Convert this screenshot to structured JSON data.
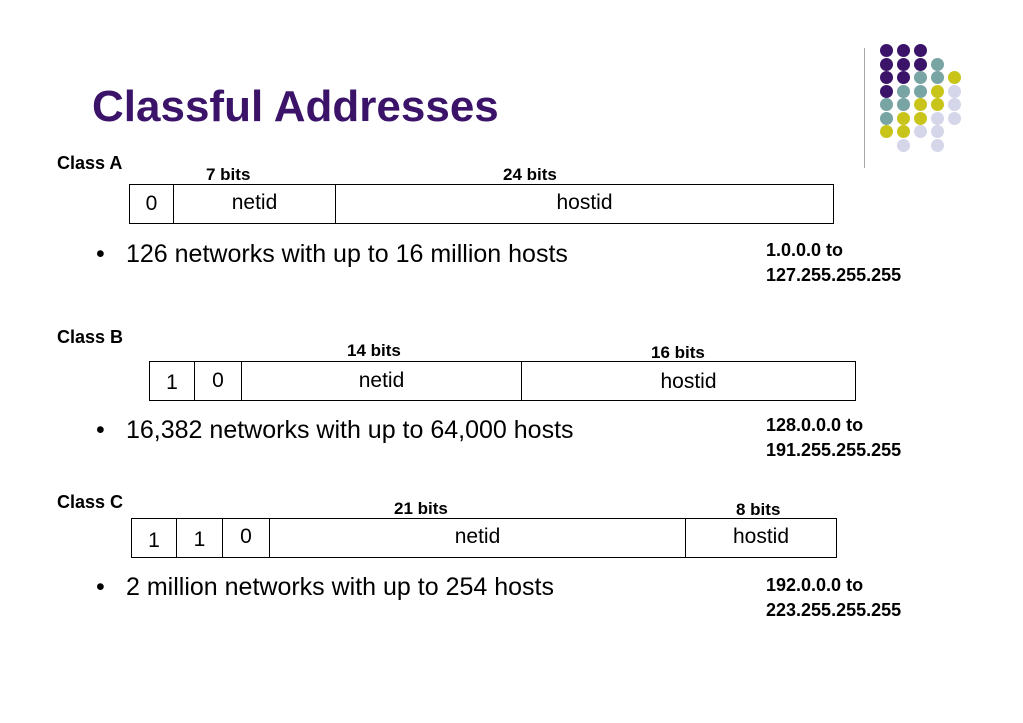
{
  "title": "Classful Addresses",
  "decoration": {
    "colors": {
      "purple": "#3b1469",
      "teal": "#78a4a4",
      "yellow": "#c9c41a",
      "lavender": "#d6d6ea"
    }
  },
  "classes": [
    {
      "label": "Class A",
      "bit_labels": [
        "7 bits",
        "24 bits"
      ],
      "cells": [
        "0",
        "netid",
        "hostid"
      ],
      "bullet": "126 networks with up to 16 million hosts",
      "range_start": "1.0.0.0 to",
      "range_end": "127.255.255.255"
    },
    {
      "label": "Class B",
      "bit_labels": [
        "14 bits",
        "16 bits"
      ],
      "cells": [
        "1",
        "0",
        "netid",
        "hostid"
      ],
      "bullet": "16,382 networks with up to 64,000 hosts",
      "range_start": "128.0.0.0 to",
      "range_end": "191.255.255.255"
    },
    {
      "label": "Class C",
      "bit_labels": [
        "21 bits",
        "8 bits"
      ],
      "cells": [
        "1",
        "1",
        "0",
        "netid",
        "hostid"
      ],
      "bullet": "2 million networks with up to 254 hosts",
      "range_start": "192.0.0.0 to",
      "range_end": "223.255.255.255"
    }
  ]
}
